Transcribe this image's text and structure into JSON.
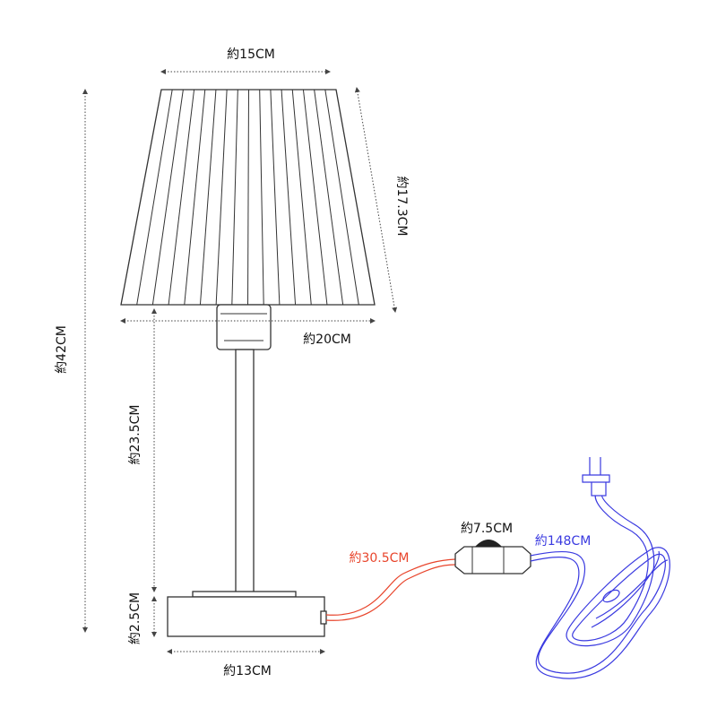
{
  "labels": {
    "shade_top_width": "約15CM",
    "shade_slant_height": "約17.3CM",
    "shade_bottom_width": "約20CM",
    "total_height": "約42CM",
    "stem_height": "約23.5CM",
    "base_height": "約2.5CM",
    "base_width": "約13CM",
    "cord_to_switch": "約30.5CM",
    "switch_length": "約7.5CM",
    "cord_to_plug": "約148CM"
  },
  "colors": {
    "cord_to_switch": "#e8452c",
    "cord_to_plug": "#3a3ae0",
    "outline": "#333333"
  }
}
